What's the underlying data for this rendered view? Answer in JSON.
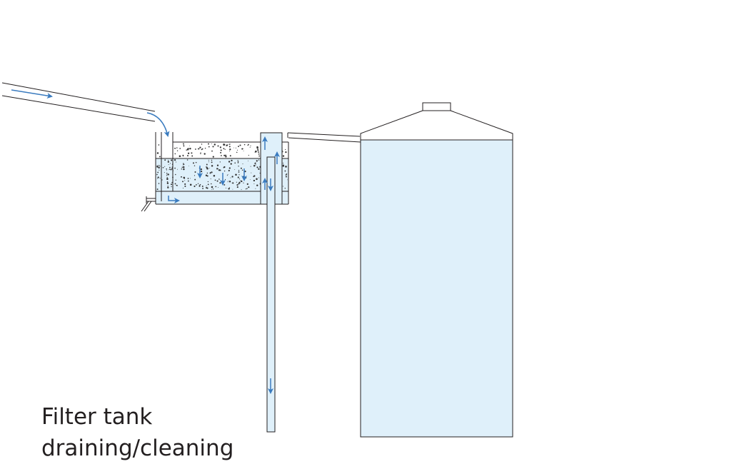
{
  "caption": {
    "line1": "Filter tank",
    "line2": "draining/cleaning"
  },
  "colors": {
    "outline": "#231f20",
    "water_fill": "#dff0fa",
    "arrow": "#3a7bbf",
    "gravel": "#333333"
  },
  "flow_arrows": [
    {
      "name": "inlet-flow-arrow",
      "direction": "right"
    },
    {
      "name": "downpipe-flow-arrow",
      "direction": "down"
    },
    {
      "name": "filter-down-arrow-1",
      "direction": "down"
    },
    {
      "name": "filter-down-arrow-2",
      "direction": "down"
    },
    {
      "name": "filter-down-arrow-3",
      "direction": "down"
    },
    {
      "name": "bottom-channel-arrow",
      "direction": "right"
    },
    {
      "name": "riser-up-arrow-1",
      "direction": "up"
    },
    {
      "name": "riser-up-arrow-2",
      "direction": "up"
    },
    {
      "name": "riser-up-arrow-3",
      "direction": "up"
    },
    {
      "name": "drain-down-arrow-1",
      "direction": "down"
    },
    {
      "name": "drain-down-arrow-2",
      "direction": "down"
    }
  ]
}
